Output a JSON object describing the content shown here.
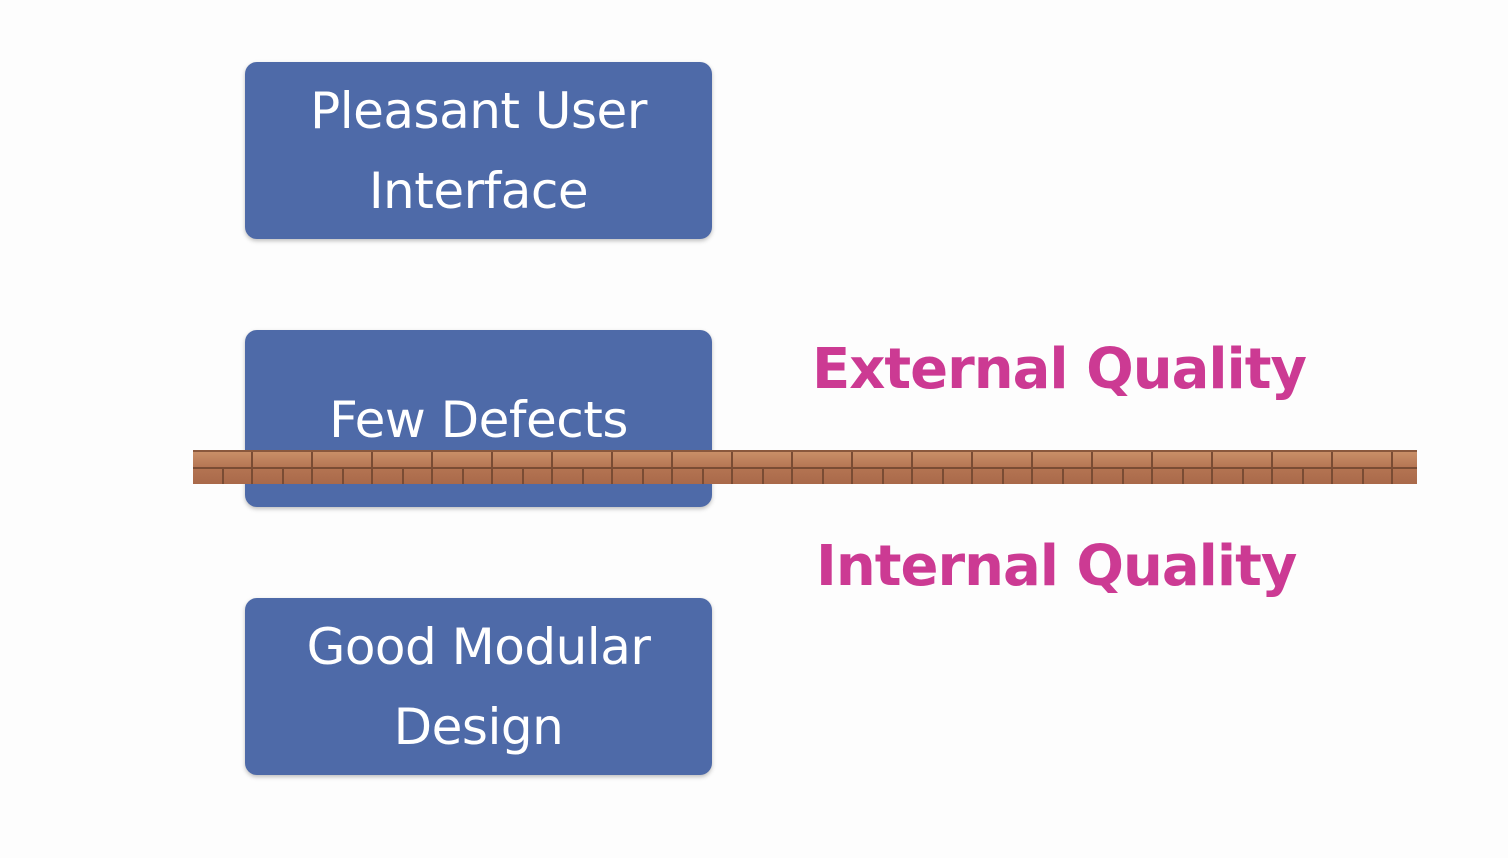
{
  "boxes": {
    "top": {
      "line1": "Pleasant User",
      "line2": "Interface"
    },
    "middle": {
      "line1": "Few Defects"
    },
    "bottom": {
      "line1": "Good Modular",
      "line2": "Design"
    }
  },
  "labels": {
    "external": "External Quality",
    "internal": "Internal Quality"
  },
  "colors": {
    "box_fill": "#4e6aa8",
    "box_text": "#ffffff",
    "label_text": "#cc3a93",
    "wall": "#b87a56",
    "background": "#fdfdfd"
  }
}
